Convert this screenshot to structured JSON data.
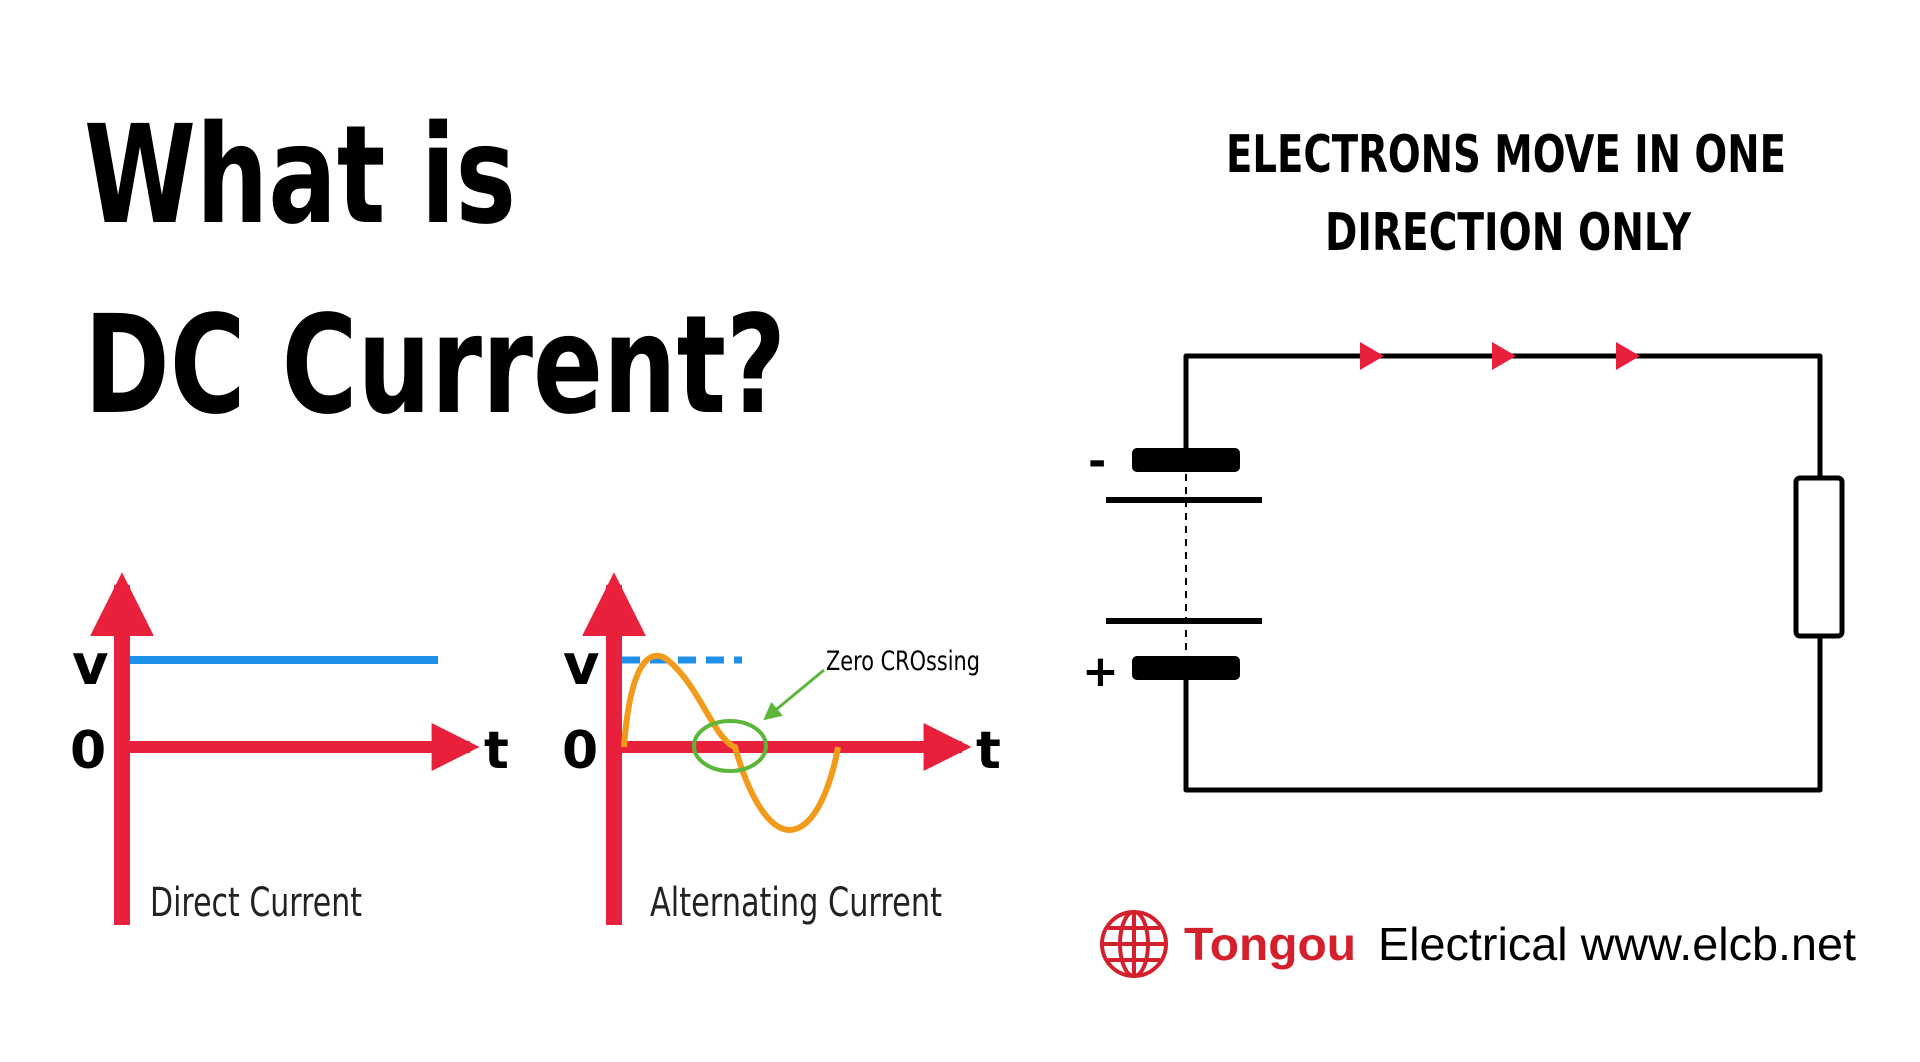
{
  "headline": {
    "line1": "What is",
    "line2": "DC Current?"
  },
  "dc_graph": {
    "v_label": "v",
    "zero_label": "0",
    "t_label": "t",
    "caption": "Direct Current"
  },
  "ac_graph": {
    "v_label": "v",
    "zero_label": "0",
    "t_label": "t",
    "caption": "Alternating Current",
    "annotation": "Zero CROssing"
  },
  "circuit": {
    "heading_line1": "ELECTRONS MOVE IN ONE",
    "heading_line2": "DIRECTION ONLY",
    "minus_label": "-",
    "plus_label": "+"
  },
  "brand": {
    "name": "Tongou",
    "tagline": "Electrical www.elcb.net",
    "icon": "globe-icon"
  },
  "colors": {
    "axis": "#e8203c",
    "dc_line": "#1e90e8",
    "ac_wave": "#f29a1a",
    "zero_marker": "#5cb63a",
    "text": "#000000",
    "brand": "#d4202c"
  }
}
